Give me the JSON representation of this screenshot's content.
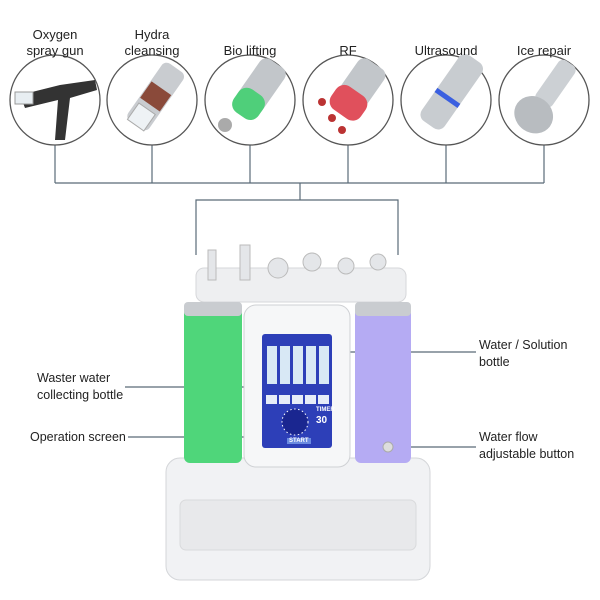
{
  "accessories": [
    {
      "label": "Oxygen\nspray gun",
      "icon": "spray-gun-icon"
    },
    {
      "label": "Hydra\ncleansing",
      "icon": "hydra-probe-icon"
    },
    {
      "label": "Bio lifting",
      "icon": "bio-lifting-probe-icon"
    },
    {
      "label": "RF",
      "icon": "rf-probe-icon"
    },
    {
      "label": "Ultrasound",
      "icon": "ultrasound-probe-icon"
    },
    {
      "label": "Ice repair",
      "icon": "ice-hammer-icon"
    }
  ],
  "annotations": {
    "water_bottle": "Water / Solution\nbottle",
    "waste_bottle": "Waster water\ncollecting bottle",
    "screen": "Operation screen",
    "flow_button": "Water flow\nadjustable button"
  },
  "screen": {
    "timer_label": "TIMER",
    "timer_value": "30",
    "start_label": "START"
  },
  "colors": {
    "line": "#5a6b78",
    "green_bottle": "#4fd67a",
    "purple_bottle": "#a89cf0",
    "screen_blue": "#2d3fb8"
  }
}
